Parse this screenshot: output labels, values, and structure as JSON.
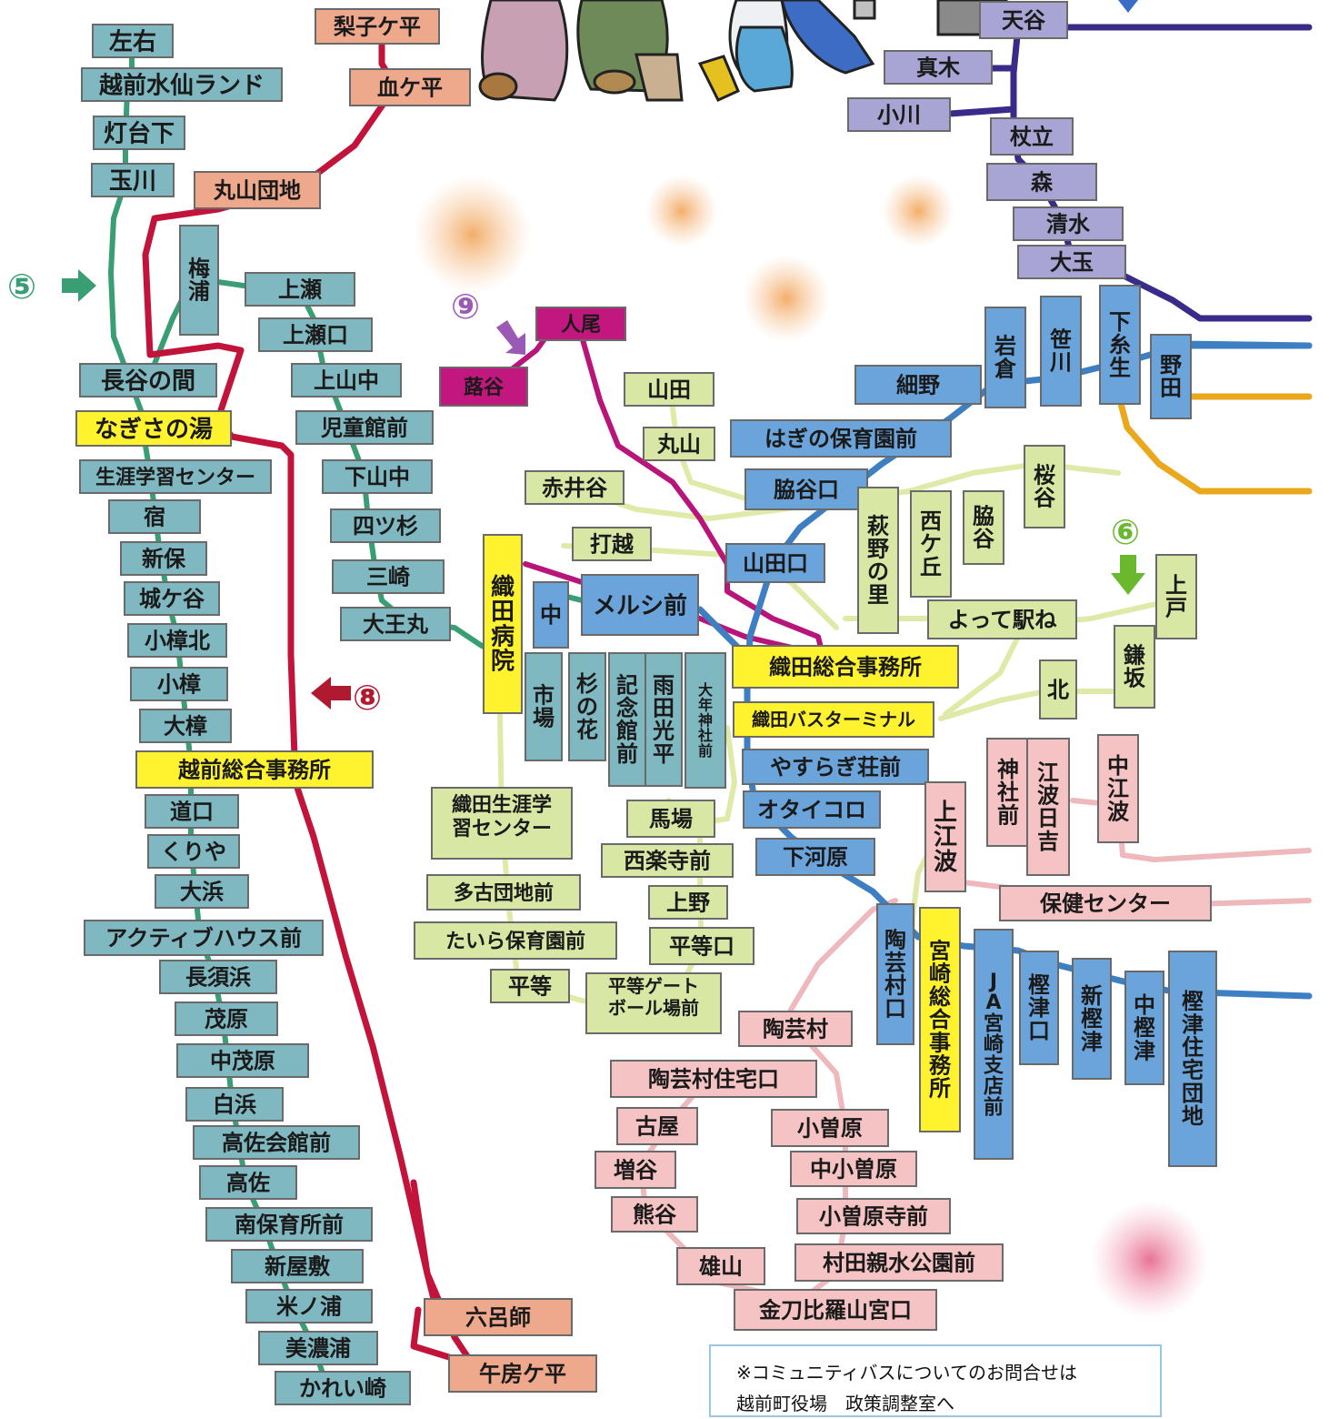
{
  "colors": {
    "teal": "#7fb8c0",
    "salmon": "#eea88c",
    "lavender": "#a8a4d4",
    "blue": "#6aa4da",
    "green_light": "#d8e8a4",
    "yellow": "#fff22e",
    "pink": "#f6c3c4",
    "magenta": "#c2177e",
    "route_red": "#c2143a",
    "route_green": "#3a9e74",
    "route_navy": "#3a2a8a",
    "route_blue": "#3d7fc2",
    "route_gold": "#eaa81c",
    "route_lightgreen": "#dfeaa8",
    "route_pink": "#eeb8bc",
    "route_magenta": "#b8157a"
  },
  "routes": [
    {
      "id": "5",
      "label": "⑤",
      "arrow": "right",
      "color": "#3a9e74"
    },
    {
      "id": "6",
      "label": "⑥",
      "arrow": "down",
      "color": "#6ab82e"
    },
    {
      "id": "8",
      "label": "⑧",
      "arrow": "left",
      "color": "#c2143a"
    },
    {
      "id": "9",
      "label": "⑨",
      "arrow": "down-right",
      "color": "#9b59b6"
    }
  ],
  "stops": {
    "s1": "左右",
    "s2": "越前水仙ランド",
    "s3": "灯台下",
    "s4": "玉川",
    "s5": "長谷の間",
    "s6": "なぎさの湯",
    "s7": "生涯学習センター",
    "s8": "宿",
    "s9": "新保",
    "s10": "城ケ谷",
    "s11": "小樟北",
    "s12": "小樟",
    "s13": "大樟",
    "s14": "越前総合事務所",
    "s15": "道口",
    "s16": "くりや",
    "s17": "大浜",
    "s18": "アクティブハウス前",
    "s19": "長須浜",
    "s20": "茂原",
    "s21": "中茂原",
    "s22": "白浜",
    "s23": "高佐会館前",
    "s24": "高佐",
    "s25": "南保育所前",
    "s26": "新屋敷",
    "s27": "米ノ浦",
    "s28": "美濃浦",
    "s29": "かれい崎",
    "s30": "梨子ケ平",
    "s31": "血ケ平",
    "s32": "丸山団地",
    "s33": "六呂師",
    "s34": "午房ケ平",
    "s35": "梅浦",
    "s36": "上瀬",
    "s37": "上瀬口",
    "s38": "上山中",
    "s39": "児童館前",
    "s40": "下山中",
    "s41": "四ツ杉",
    "s42": "三崎",
    "s43": "大王丸",
    "s44": "人尾",
    "s45": "蕗谷",
    "s46": "山田",
    "s47": "丸山",
    "s48": "赤井谷",
    "s49": "打越",
    "s50": "織田病院",
    "s51": "中",
    "s52": "メルシ前",
    "s53": "市場",
    "s54": "杉の花",
    "s55": "記念館前",
    "s56": "雨田光平",
    "s57": "大年神社前",
    "s58": "織田総合事務所",
    "s59": "織田バスターミナル",
    "s60": "織田生涯学習センター",
    "s61": "馬場",
    "s62": "西楽寺前",
    "s63": "多古団地前",
    "s64": "上野",
    "s65": "たいら保育園前",
    "s66": "平等口",
    "s67": "平等",
    "s68": "平等ゲートボール場前",
    "s69": "天谷",
    "s70": "真木",
    "s71": "小川",
    "s72": "杖立",
    "s73": "森",
    "s74": "清水",
    "s75": "大玉",
    "s76": "細野",
    "s77": "岩倉",
    "s78": "笹川",
    "s79": "下糸生",
    "s80": "野田",
    "s81": "はぎの保育園前",
    "s82": "脇谷口",
    "s83": "山田口",
    "s84": "萩野の里",
    "s85": "西ケ丘",
    "s86": "脇谷",
    "s87": "桜谷",
    "s88": "よって駅ね",
    "s89": "上戸",
    "s90": "鎌坂",
    "s91": "北",
    "s92": "やすらぎ荘前",
    "s93": "オタイコロ",
    "s94": "下河原",
    "s95": "上江波",
    "s96": "神社前",
    "s97": "江波日吉",
    "s98": "中江波",
    "s99": "保健センター",
    "s100": "陶芸村口",
    "s101": "宮崎総合事務所",
    "s102": "JA宮崎支店前",
    "s103": "樫津口",
    "s104": "新樫津",
    "s105": "中樫津",
    "s106": "樫津住宅団地",
    "s107": "陶芸村",
    "s108": "陶芸村住宅口",
    "s109": "古屋",
    "s110": "小曽原",
    "s111": "増谷",
    "s112": "中小曽原",
    "s113": "熊谷",
    "s114": "小曽原寺前",
    "s115": "雄山",
    "s116": "村田親水公園前",
    "s117": "金刀比羅山宮口"
  },
  "notice": {
    "line1": "※コミュニティバスについてのお問合せは",
    "line2": "越前町役場　政策調整室へ"
  }
}
